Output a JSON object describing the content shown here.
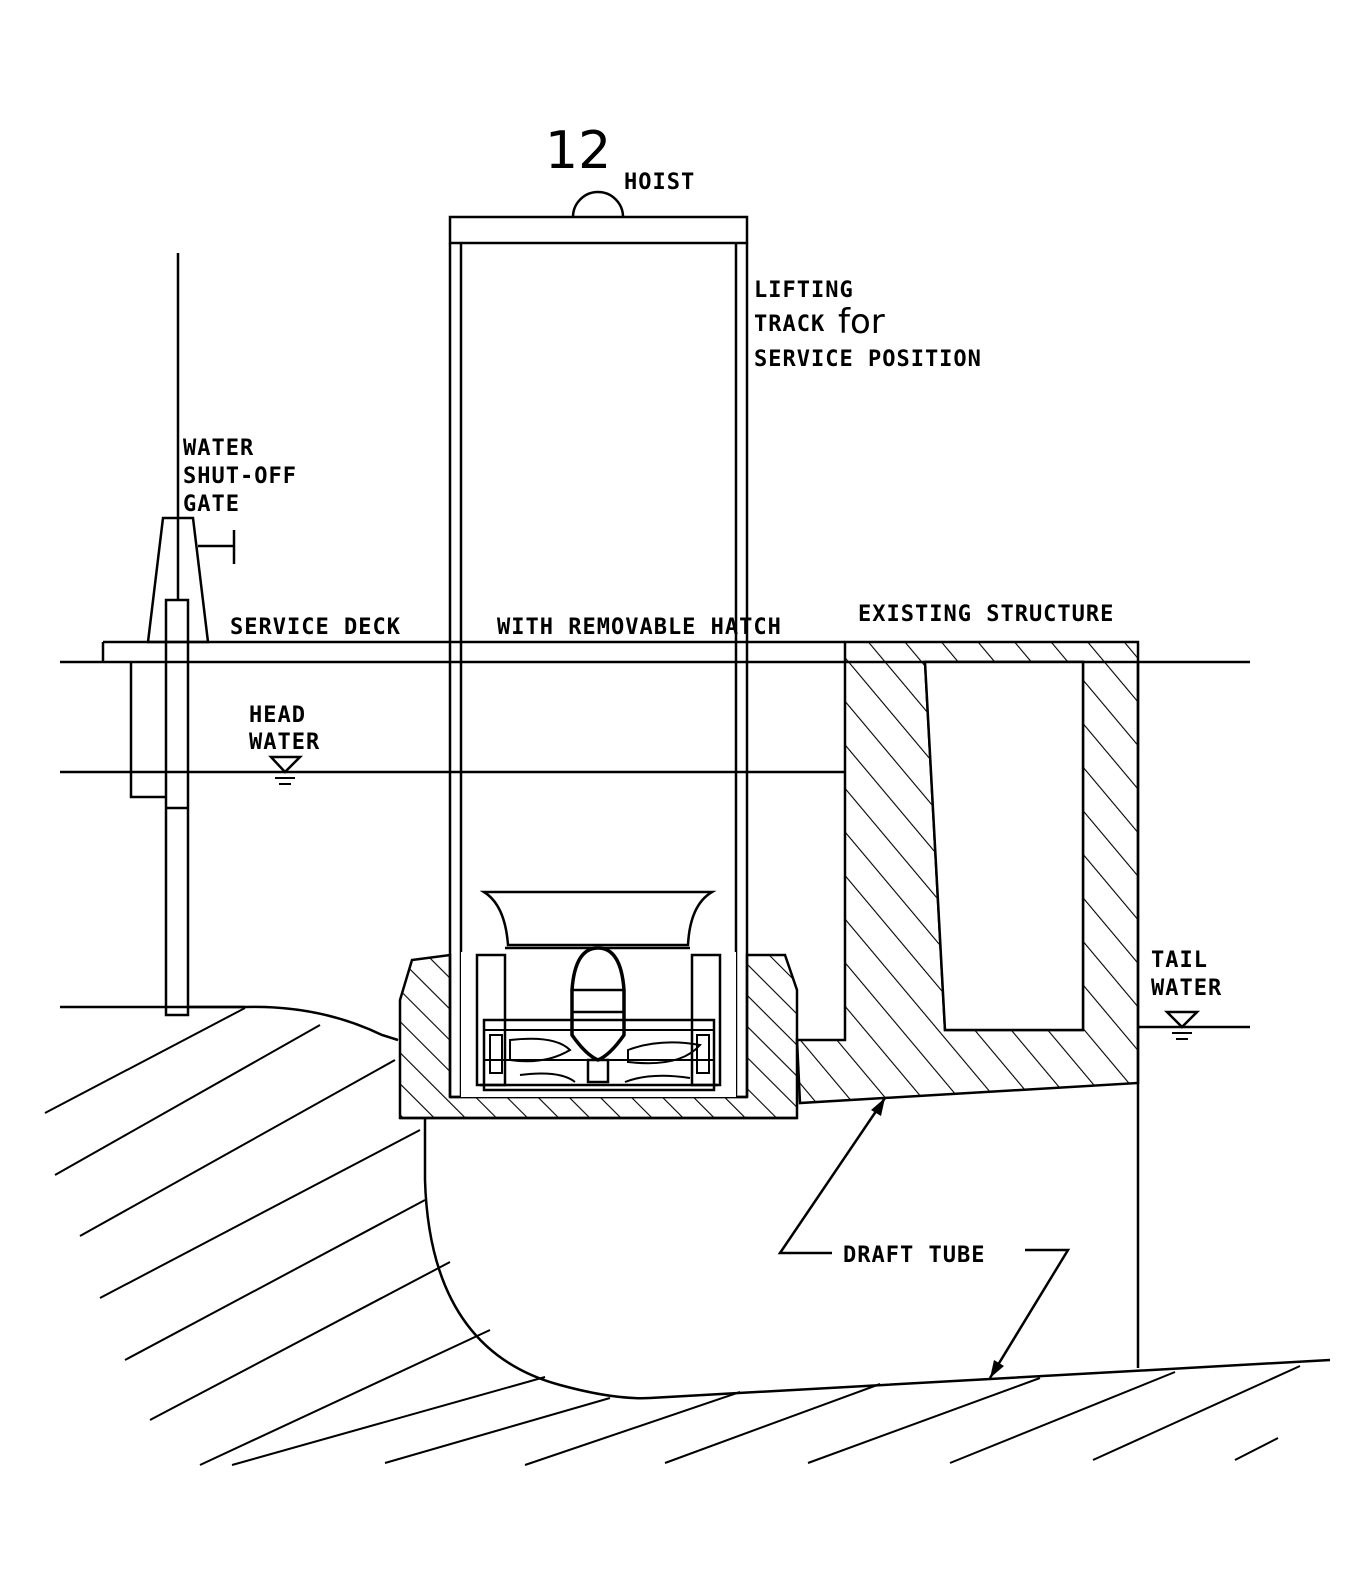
{
  "figure": {
    "number": "12"
  },
  "labels": {
    "hoist": "HOIST",
    "lifting_track_line1": "LIFTING",
    "lifting_track_line2a": "TRACK",
    "lifting_track_line2b": "for",
    "lifting_track_line3": "SERVICE POSITION",
    "gate_line1": "WATER",
    "gate_line2": "SHUT-OFF",
    "gate_line3": "GATE",
    "service_deck": "SERVICE DECK",
    "removable_hatch": "WITH REMOVABLE HATCH",
    "existing_structure": "EXISTING STRUCTURE",
    "head_water_line1": "HEAD",
    "head_water_line2": "WATER",
    "tail_water_line1": "TAIL",
    "tail_water_line2": "WATER",
    "draft_tube": "DRAFT TUBE"
  }
}
